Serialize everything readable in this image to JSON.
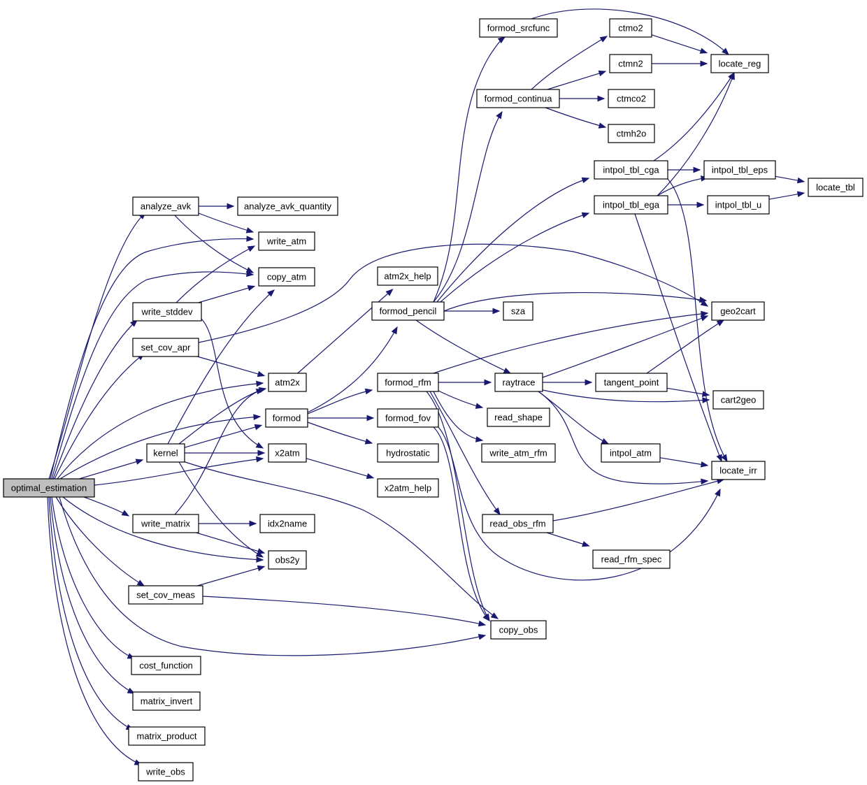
{
  "graph": {
    "root": "optimal_estimation",
    "colors": {
      "edge": "#191970",
      "node_fill": "#ffffff",
      "root_fill": "#bfbfbf",
      "border": "#000000"
    },
    "nodes": [
      {
        "id": "optimal_estimation",
        "label": "optimal_estimation"
      },
      {
        "id": "analyze_avk",
        "label": "analyze_avk"
      },
      {
        "id": "analyze_avk_quantity",
        "label": "analyze_avk_quantity"
      },
      {
        "id": "write_atm",
        "label": "write_atm"
      },
      {
        "id": "copy_atm",
        "label": "copy_atm"
      },
      {
        "id": "write_stddev",
        "label": "write_stddev"
      },
      {
        "id": "set_cov_apr",
        "label": "set_cov_apr"
      },
      {
        "id": "atm2x",
        "label": "atm2x"
      },
      {
        "id": "formod",
        "label": "formod"
      },
      {
        "id": "kernel",
        "label": "kernel"
      },
      {
        "id": "x2atm",
        "label": "x2atm"
      },
      {
        "id": "write_matrix",
        "label": "write_matrix"
      },
      {
        "id": "idx2name",
        "label": "idx2name"
      },
      {
        "id": "obs2y",
        "label": "obs2y"
      },
      {
        "id": "set_cov_meas",
        "label": "set_cov_meas"
      },
      {
        "id": "cost_function",
        "label": "cost_function"
      },
      {
        "id": "matrix_invert",
        "label": "matrix_invert"
      },
      {
        "id": "matrix_product",
        "label": "matrix_product"
      },
      {
        "id": "write_obs",
        "label": "write_obs"
      },
      {
        "id": "formod_srcfunc",
        "label": "formod_srcfunc"
      },
      {
        "id": "formod_continua",
        "label": "formod_continua"
      },
      {
        "id": "atm2x_help",
        "label": "atm2x_help"
      },
      {
        "id": "formod_pencil",
        "label": "formod_pencil"
      },
      {
        "id": "formod_rfm",
        "label": "formod_rfm"
      },
      {
        "id": "formod_fov",
        "label": "formod_fov"
      },
      {
        "id": "hydrostatic",
        "label": "hydrostatic"
      },
      {
        "id": "x2atm_help",
        "label": "x2atm_help"
      },
      {
        "id": "copy_obs",
        "label": "copy_obs"
      },
      {
        "id": "sza",
        "label": "sza"
      },
      {
        "id": "raytrace",
        "label": "raytrace"
      },
      {
        "id": "read_shape",
        "label": "read_shape"
      },
      {
        "id": "write_atm_rfm",
        "label": "write_atm_rfm"
      },
      {
        "id": "read_obs_rfm",
        "label": "read_obs_rfm"
      },
      {
        "id": "ctmo2",
        "label": "ctmo2"
      },
      {
        "id": "ctmn2",
        "label": "ctmn2"
      },
      {
        "id": "ctmco2",
        "label": "ctmco2"
      },
      {
        "id": "ctmh2o",
        "label": "ctmh2o"
      },
      {
        "id": "intpol_tbl_cga",
        "label": "intpol_tbl_cga"
      },
      {
        "id": "intpol_tbl_ega",
        "label": "intpol_tbl_ega"
      },
      {
        "id": "tangent_point",
        "label": "tangent_point"
      },
      {
        "id": "intpol_atm",
        "label": "intpol_atm"
      },
      {
        "id": "read_rfm_spec",
        "label": "read_rfm_spec"
      },
      {
        "id": "locate_reg",
        "label": "locate_reg"
      },
      {
        "id": "intpol_tbl_eps",
        "label": "intpol_tbl_eps"
      },
      {
        "id": "intpol_tbl_u",
        "label": "intpol_tbl_u"
      },
      {
        "id": "locate_tbl",
        "label": "locate_tbl"
      },
      {
        "id": "geo2cart",
        "label": "geo2cart"
      },
      {
        "id": "cart2geo",
        "label": "cart2geo"
      },
      {
        "id": "locate_irr",
        "label": "locate_irr"
      }
    ],
    "edges": [
      [
        "optimal_estimation",
        "analyze_avk"
      ],
      [
        "optimal_estimation",
        "write_atm"
      ],
      [
        "optimal_estimation",
        "copy_atm"
      ],
      [
        "optimal_estimation",
        "write_stddev"
      ],
      [
        "optimal_estimation",
        "set_cov_apr"
      ],
      [
        "optimal_estimation",
        "atm2x"
      ],
      [
        "optimal_estimation",
        "formod"
      ],
      [
        "optimal_estimation",
        "kernel"
      ],
      [
        "optimal_estimation",
        "x2atm"
      ],
      [
        "optimal_estimation",
        "write_matrix"
      ],
      [
        "optimal_estimation",
        "obs2y"
      ],
      [
        "optimal_estimation",
        "set_cov_meas"
      ],
      [
        "optimal_estimation",
        "copy_obs"
      ],
      [
        "optimal_estimation",
        "cost_function"
      ],
      [
        "optimal_estimation",
        "matrix_invert"
      ],
      [
        "optimal_estimation",
        "matrix_product"
      ],
      [
        "optimal_estimation",
        "write_obs"
      ],
      [
        "analyze_avk",
        "analyze_avk_quantity"
      ],
      [
        "analyze_avk",
        "write_atm"
      ],
      [
        "analyze_avk",
        "copy_atm"
      ],
      [
        "write_stddev",
        "write_atm"
      ],
      [
        "write_stddev",
        "copy_atm"
      ],
      [
        "write_stddev",
        "x2atm"
      ],
      [
        "set_cov_apr",
        "atm2x"
      ],
      [
        "set_cov_apr",
        "geo2cart"
      ],
      [
        "kernel",
        "copy_atm"
      ],
      [
        "kernel",
        "atm2x"
      ],
      [
        "kernel",
        "formod"
      ],
      [
        "kernel",
        "x2atm"
      ],
      [
        "kernel",
        "obs2y"
      ],
      [
        "kernel",
        "copy_obs"
      ],
      [
        "write_matrix",
        "atm2x"
      ],
      [
        "write_matrix",
        "idx2name"
      ],
      [
        "write_matrix",
        "obs2y"
      ],
      [
        "set_cov_meas",
        "obs2y"
      ],
      [
        "set_cov_meas",
        "copy_obs"
      ],
      [
        "atm2x",
        "atm2x_help"
      ],
      [
        "formod",
        "formod_pencil"
      ],
      [
        "formod",
        "formod_rfm"
      ],
      [
        "formod",
        "formod_fov"
      ],
      [
        "formod",
        "hydrostatic"
      ],
      [
        "x2atm",
        "x2atm_help"
      ],
      [
        "formod_pencil",
        "formod_srcfunc"
      ],
      [
        "formod_pencil",
        "formod_continua"
      ],
      [
        "formod_pencil",
        "intpol_tbl_cga"
      ],
      [
        "formod_pencil",
        "intpol_tbl_ega"
      ],
      [
        "formod_pencil",
        "geo2cart"
      ],
      [
        "formod_pencil",
        "sza"
      ],
      [
        "formod_pencil",
        "raytrace"
      ],
      [
        "formod_srcfunc",
        "locate_reg"
      ],
      [
        "formod_continua",
        "ctmo2"
      ],
      [
        "formod_continua",
        "ctmn2"
      ],
      [
        "formod_continua",
        "ctmco2"
      ],
      [
        "formod_continua",
        "ctmh2o"
      ],
      [
        "ctmo2",
        "locate_reg"
      ],
      [
        "ctmn2",
        "locate_reg"
      ],
      [
        "intpol_tbl_cga",
        "locate_reg"
      ],
      [
        "intpol_tbl_cga",
        "intpol_tbl_eps"
      ],
      [
        "intpol_tbl_cga",
        "locate_irr"
      ],
      [
        "intpol_tbl_ega",
        "locate_reg"
      ],
      [
        "intpol_tbl_ega",
        "intpol_tbl_eps"
      ],
      [
        "intpol_tbl_ega",
        "intpol_tbl_u"
      ],
      [
        "intpol_tbl_ega",
        "locate_irr"
      ],
      [
        "intpol_tbl_eps",
        "locate_tbl"
      ],
      [
        "intpol_tbl_u",
        "locate_tbl"
      ],
      [
        "formod_rfm",
        "geo2cart"
      ],
      [
        "formod_rfm",
        "raytrace"
      ],
      [
        "formod_rfm",
        "read_shape"
      ],
      [
        "formod_rfm",
        "write_atm_rfm"
      ],
      [
        "formod_rfm",
        "read_obs_rfm"
      ],
      [
        "formod_rfm",
        "copy_obs"
      ],
      [
        "formod_fov",
        "copy_obs"
      ],
      [
        "formod_fov",
        "locate_irr"
      ],
      [
        "raytrace",
        "geo2cart"
      ],
      [
        "raytrace",
        "tangent_point"
      ],
      [
        "raytrace",
        "cart2geo"
      ],
      [
        "raytrace",
        "intpol_atm"
      ],
      [
        "raytrace",
        "locate_irr"
      ],
      [
        "tangent_point",
        "geo2cart"
      ],
      [
        "tangent_point",
        "cart2geo"
      ],
      [
        "intpol_atm",
        "locate_irr"
      ],
      [
        "read_obs_rfm",
        "read_rfm_spec"
      ],
      [
        "read_obs_rfm",
        "locate_irr"
      ]
    ]
  }
}
